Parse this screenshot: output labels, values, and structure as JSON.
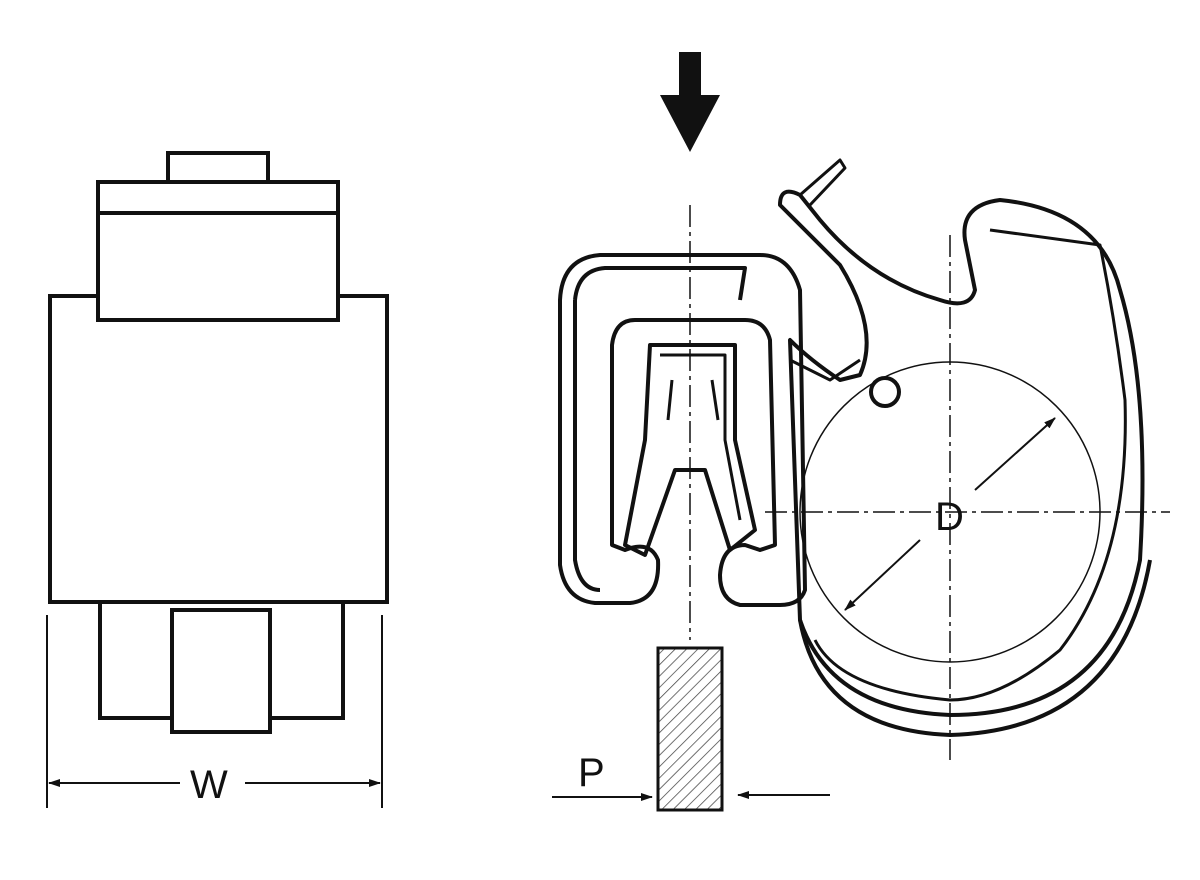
{
  "labels": {
    "width": "W",
    "panel_thickness": "P",
    "diameter": "D"
  },
  "colors": {
    "line": "#111111",
    "background": "#ffffff"
  }
}
